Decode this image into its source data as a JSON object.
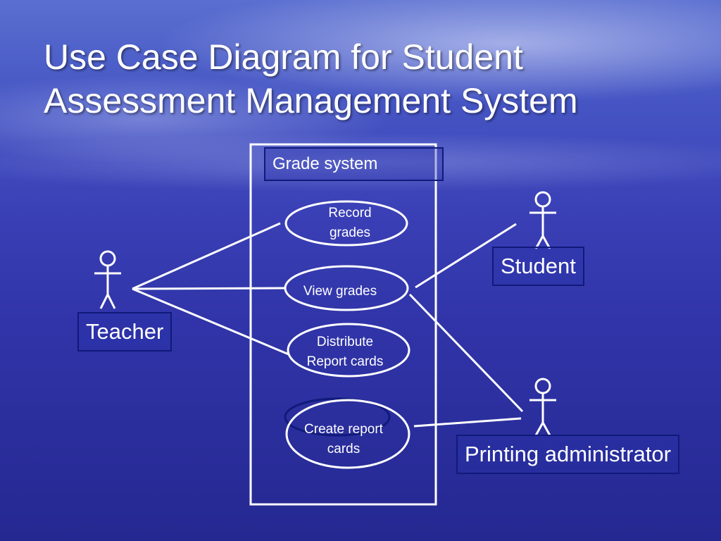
{
  "title": {
    "line1": "Use Case Diagram for Student",
    "line2": "Assessment Management System"
  },
  "system": {
    "label": "Grade system"
  },
  "actors": [
    {
      "id": "teacher",
      "label": "Teacher"
    },
    {
      "id": "student",
      "label": "Student"
    },
    {
      "id": "printing_admin",
      "label": "Printing administrator"
    }
  ],
  "use_cases": [
    {
      "id": "record_grades",
      "lines": [
        "Record",
        "grades"
      ]
    },
    {
      "id": "view_grades",
      "lines": [
        "View grades"
      ]
    },
    {
      "id": "distribute_report_cards",
      "lines": [
        "Distribute",
        "Report cards"
      ]
    },
    {
      "id": "create_report_cards",
      "lines": [
        "Create report",
        "cards"
      ]
    }
  ],
  "associations": [
    {
      "actor": "teacher",
      "use_case": "record_grades"
    },
    {
      "actor": "teacher",
      "use_case": "view_grades"
    },
    {
      "actor": "teacher",
      "use_case": "distribute_report_cards"
    },
    {
      "actor": "student",
      "use_case": "view_grades"
    },
    {
      "actor": "printing_admin",
      "use_case": "view_grades"
    },
    {
      "actor": "printing_admin",
      "use_case": "create_report_cards"
    }
  ],
  "colors": {
    "line": "#ffffff",
    "label_border": "#101a7a",
    "background": "#3a3fb5"
  }
}
